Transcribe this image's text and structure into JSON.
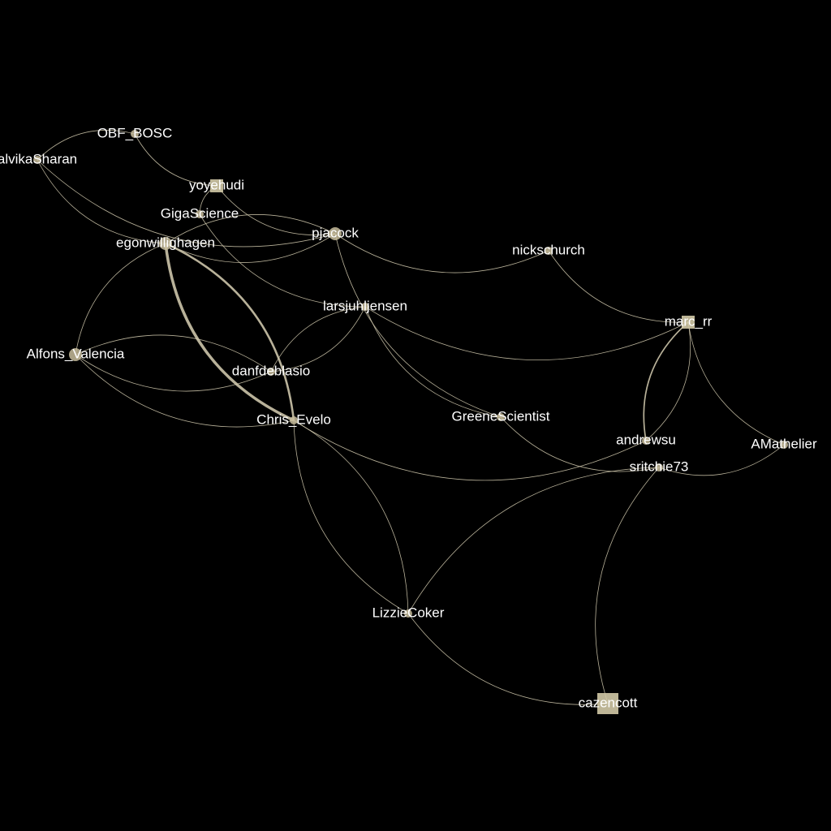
{
  "graph": {
    "nodes": [
      {
        "id": "OBF_BOSC",
        "label": "OBF_BOSC",
        "shape": "circle",
        "weight": 1
      },
      {
        "id": "MalvikaSharan",
        "label": "alvikaSharan",
        "shape": "circle",
        "weight": 1
      },
      {
        "id": "yoyehudi",
        "label": "yoyehudi",
        "shape": "square",
        "weight": 2
      },
      {
        "id": "GigaScience",
        "label": "GigaScience",
        "shape": "circle",
        "weight": 1
      },
      {
        "id": "egonwillighagen",
        "label": "egonwillighagen",
        "shape": "circle",
        "weight": 2
      },
      {
        "id": "pjacock",
        "label": "pjacock",
        "shape": "circle",
        "weight": 2
      },
      {
        "id": "nickschurch",
        "label": "nickschurch",
        "shape": "circle",
        "weight": 1
      },
      {
        "id": "larsjuhljensen",
        "label": "larsjuhljensen",
        "shape": "circle",
        "weight": 1
      },
      {
        "id": "marc_rr",
        "label": "marc_rr",
        "shape": "square",
        "weight": 2
      },
      {
        "id": "Alfons_Valencia",
        "label": "Alfons_Valencia",
        "shape": "circle",
        "weight": 2
      },
      {
        "id": "danfdeblasio",
        "label": "danfdeblasio",
        "shape": "circle",
        "weight": 1
      },
      {
        "id": "Chris_Evelo",
        "label": "Chris_Evelo",
        "shape": "circle",
        "weight": 1
      },
      {
        "id": "GreeneScientist",
        "label": "GreeneScientist",
        "shape": "circle",
        "weight": 1
      },
      {
        "id": "andrewsu",
        "label": "andrewsu",
        "shape": "circle",
        "weight": 1
      },
      {
        "id": "AMathelier",
        "label": "AMathelier",
        "shape": "circle",
        "weight": 1
      },
      {
        "id": "sritchie73",
        "label": "sritchie73",
        "shape": "circle",
        "weight": 1
      },
      {
        "id": "LizzieCoker",
        "label": "LizzieCoker",
        "shape": "circle",
        "weight": 1
      },
      {
        "id": "cazencott",
        "label": "cazencott",
        "shape": "square",
        "weight": 3
      }
    ],
    "edges": [
      {
        "source": "OBF_BOSC",
        "target": "yoyehudi",
        "weight": 1
      },
      {
        "source": "OBF_BOSC",
        "target": "MalvikaSharan",
        "weight": 1
      },
      {
        "source": "MalvikaSharan",
        "target": "pjacock",
        "weight": 1
      },
      {
        "source": "MalvikaSharan",
        "target": "egonwillighagen",
        "weight": 1
      },
      {
        "source": "yoyehudi",
        "target": "pjacock",
        "weight": 1
      },
      {
        "source": "yoyehudi",
        "target": "GigaScience",
        "weight": 1
      },
      {
        "source": "GigaScience",
        "target": "larsjuhljensen",
        "weight": 1
      },
      {
        "source": "egonwillighagen",
        "target": "pjacock",
        "weight": 1
      },
      {
        "source": "egonwillighagen",
        "target": "Chris_Evelo",
        "weight": 4
      },
      {
        "source": "Chris_Evelo",
        "target": "egonwillighagen",
        "weight": 3
      },
      {
        "source": "egonwillighagen",
        "target": "Alfons_Valencia",
        "weight": 1
      },
      {
        "source": "pjacock",
        "target": "nickschurch",
        "weight": 1
      },
      {
        "source": "pjacock",
        "target": "GreeneScientist",
        "weight": 1
      },
      {
        "source": "pjacock",
        "target": "egonwillighagen",
        "weight": 1
      },
      {
        "source": "nickschurch",
        "target": "marc_rr",
        "weight": 1
      },
      {
        "source": "larsjuhljensen",
        "target": "marc_rr",
        "weight": 1
      },
      {
        "source": "larsjuhljensen",
        "target": "GreeneScientist",
        "weight": 1
      },
      {
        "source": "larsjuhljensen",
        "target": "danfdeblasio",
        "weight": 1
      },
      {
        "source": "danfdeblasio",
        "target": "larsjuhljensen",
        "weight": 1
      },
      {
        "source": "Alfons_Valencia",
        "target": "danfdeblasio",
        "weight": 1
      },
      {
        "source": "danfdeblasio",
        "target": "Alfons_Valencia",
        "weight": 1
      },
      {
        "source": "Alfons_Valencia",
        "target": "Chris_Evelo",
        "weight": 1
      },
      {
        "source": "Chris_Evelo",
        "target": "andrewsu",
        "weight": 1
      },
      {
        "source": "Chris_Evelo",
        "target": "LizzieCoker",
        "weight": 1
      },
      {
        "source": "LizzieCoker",
        "target": "Chris_Evelo",
        "weight": 1
      },
      {
        "source": "marc_rr",
        "target": "andrewsu",
        "weight": 2
      },
      {
        "source": "andrewsu",
        "target": "marc_rr",
        "weight": 1
      },
      {
        "source": "marc_rr",
        "target": "AMathelier",
        "weight": 1
      },
      {
        "source": "GreeneScientist",
        "target": "sritchie73",
        "weight": 1
      },
      {
        "source": "sritchie73",
        "target": "AMathelier",
        "weight": 1
      },
      {
        "source": "sritchie73",
        "target": "LizzieCoker",
        "weight": 1
      },
      {
        "source": "sritchie73",
        "target": "cazencott",
        "weight": 1
      },
      {
        "source": "LizzieCoker",
        "target": "cazencott",
        "weight": 1
      }
    ]
  },
  "colors": {
    "background": "#000000",
    "edge": "#d8d0b4",
    "node": "#c8bd9c",
    "label": "#ffffff"
  }
}
